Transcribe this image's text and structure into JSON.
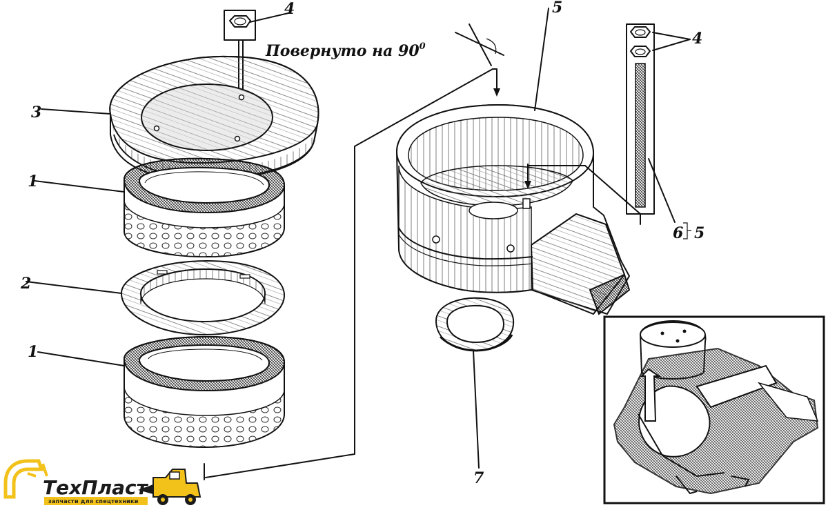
{
  "title": {
    "text": "Повернуто на 90",
    "superscript": "0"
  },
  "callouts": {
    "c1_top": "1",
    "c2": "2",
    "c3": "3",
    "c4_top": "4",
    "c4_right": "4",
    "c5": "5",
    "c6": "6",
    "c6_bracket": "5",
    "c1_bottom": "1",
    "c7": "7"
  },
  "logo": {
    "name": "ТехПласт",
    "tagline": "запчасти для спецтехники",
    "colors": {
      "yellow": "#f2c21b",
      "dark": "#1b1b1b"
    }
  },
  "colors": {
    "ink": "#111111",
    "background": "#ffffff"
  }
}
